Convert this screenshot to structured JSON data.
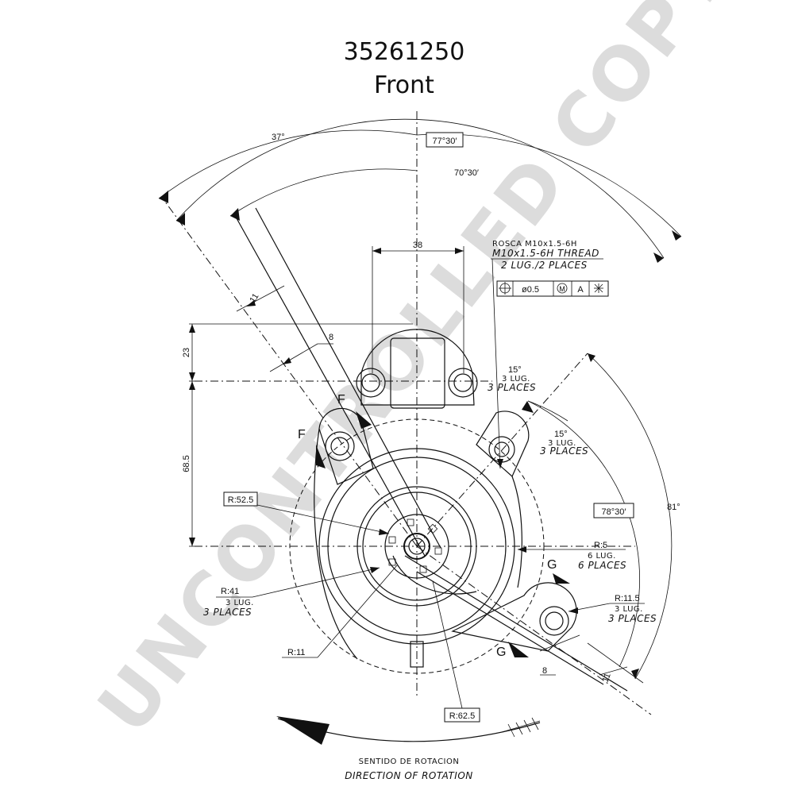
{
  "header": {
    "part_number": "35261250",
    "view": "Front"
  },
  "watermark": "UNCONTROLLED COPY",
  "angles": {
    "a37": "37°",
    "a77": "77°30′",
    "a70": "70°30′",
    "a78": "78°30′",
    "a81": "81°",
    "a15a": "15°",
    "a15b": "15°"
  },
  "dims": {
    "d38": "38",
    "d23": "23",
    "d68": "68.5",
    "d11a": "11",
    "d8a": "8",
    "d8b": "8",
    "d11b": "11"
  },
  "thread": {
    "line1": "ROSCA M10x1.5-6H",
    "line2": "M10x1.5-6H THREAD",
    "line3": "2 LUG./2 PLACES",
    "tol_value": "ø0.5",
    "tol_mod": "M",
    "tol_datum": "A"
  },
  "lugs15a": {
    "l1": "3 LUG.",
    "l2": "3 PLACES"
  },
  "lugs15b": {
    "l1": "3 LUG.",
    "l2": "3 PLACES"
  },
  "radii": {
    "r525": "R:52.5",
    "r41": "R:41",
    "r41_l1": "3 LUG.",
    "r41_l2": "3 PLACES",
    "r11": "R:11",
    "r625": "R:62.5",
    "r5": "R:5",
    "r5_l1": "6 LUG.",
    "r5_l2": "6 PLACES",
    "r115": "R:11.5",
    "r115_l1": "3 LUG.",
    "r115_l2": "3 PLACES"
  },
  "sections": {
    "f1": "F",
    "f2": "F",
    "g1": "G",
    "g2": "G"
  },
  "rotation": {
    "es": "SENTIDO DE ROTACION",
    "en": "DIRECTION OF ROTATION"
  }
}
